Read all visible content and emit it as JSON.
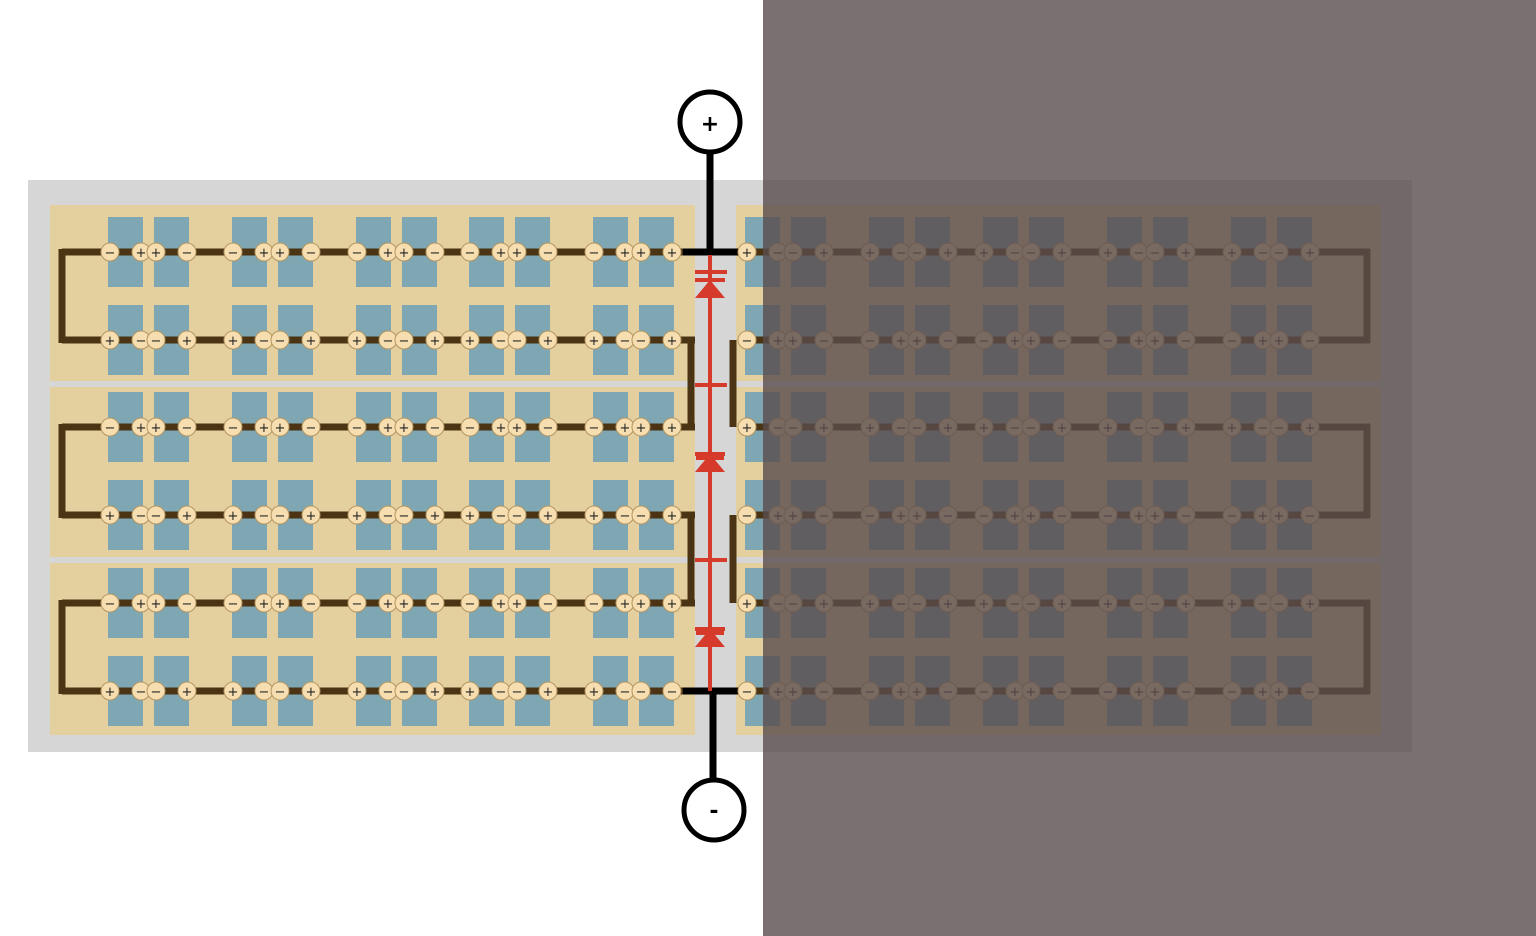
{
  "diagram": {
    "terminals": {
      "positive": "+",
      "negative": "-"
    },
    "pin_symbols": {
      "plus": "+",
      "minus": "−"
    },
    "panel": {
      "substring_rows": 3,
      "cell_rows_per_substring": 2,
      "cell_pairs_per_row_half": 5,
      "bypass_diodes": 3
    },
    "shaded_half": "right",
    "colors": {
      "page": "#ffffff",
      "frame": "#d6d6d6",
      "substrate": "#e4cf9f",
      "cell": "#7fa6b3",
      "busbar": "#4a3413",
      "pin": "#f6deb0",
      "pin_edge": "#b49560",
      "lead": "#000000",
      "diode": "#d63a2a",
      "shade": "#5a4c4e",
      "shade_opacity": 0.8
    }
  }
}
